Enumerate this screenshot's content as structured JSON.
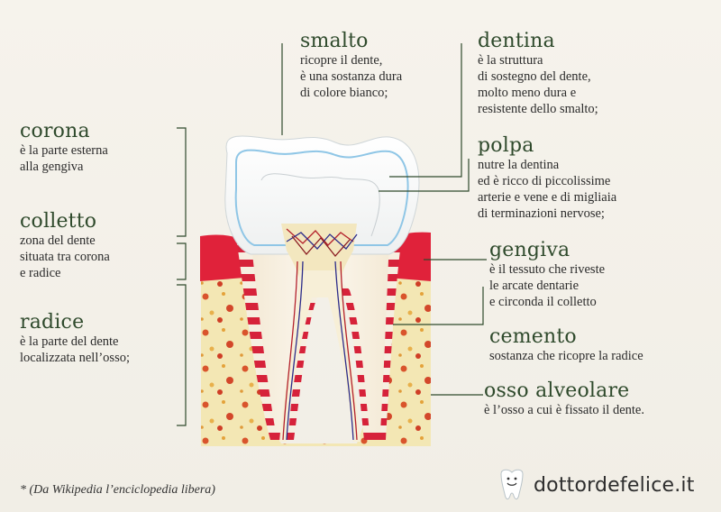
{
  "labels": {
    "smalto": {
      "title": "smalto",
      "desc": "ricopre il dente,\nè una sostanza dura\ndi colore bianco;"
    },
    "dentina": {
      "title": "dentina",
      "desc": "è la struttura\ndi sostegno del dente,\nmolto meno dura e\nresistente dello smalto;"
    },
    "polpa": {
      "title": "polpa",
      "desc": "nutre la dentina\ned è ricco di piccolissime\narterie e vene e di migliaia\ndi terminazioni nervose;"
    },
    "gengiva": {
      "title": "gengiva",
      "desc": "è il tessuto che riveste\nle arcate dentarie\ne circonda il colletto"
    },
    "cemento": {
      "title": "cemento",
      "desc": "sostanza che ricopre la radice"
    },
    "osso": {
      "title": "osso alveolare",
      "desc": "è l’osso a cui è fissato il dente."
    },
    "corona": {
      "title": "corona",
      "desc": "è la parte esterna\nalla gengiva"
    },
    "colletto": {
      "title": "colletto",
      "desc": "zona del dente\nsituata tra corona\ne radice"
    },
    "radice": {
      "title": "radice",
      "desc": "è la parte del dente\nlocalizzata nell’osso;"
    }
  },
  "footnote": "* (Da Wikipedia l’enciclopedia libera)",
  "brand": {
    "text": "dottordefelice.it",
    "logo_icon": "tooth-smile-icon"
  },
  "colors": {
    "title": "#2f4a2c",
    "gum": "#e0223a",
    "bone": "#f2e6b0",
    "bone_spot": "#d4502a",
    "enamel": "#f7f7f7",
    "enamel_line": "#8fc6e6",
    "pulp_cream": "#f3e7bf"
  }
}
